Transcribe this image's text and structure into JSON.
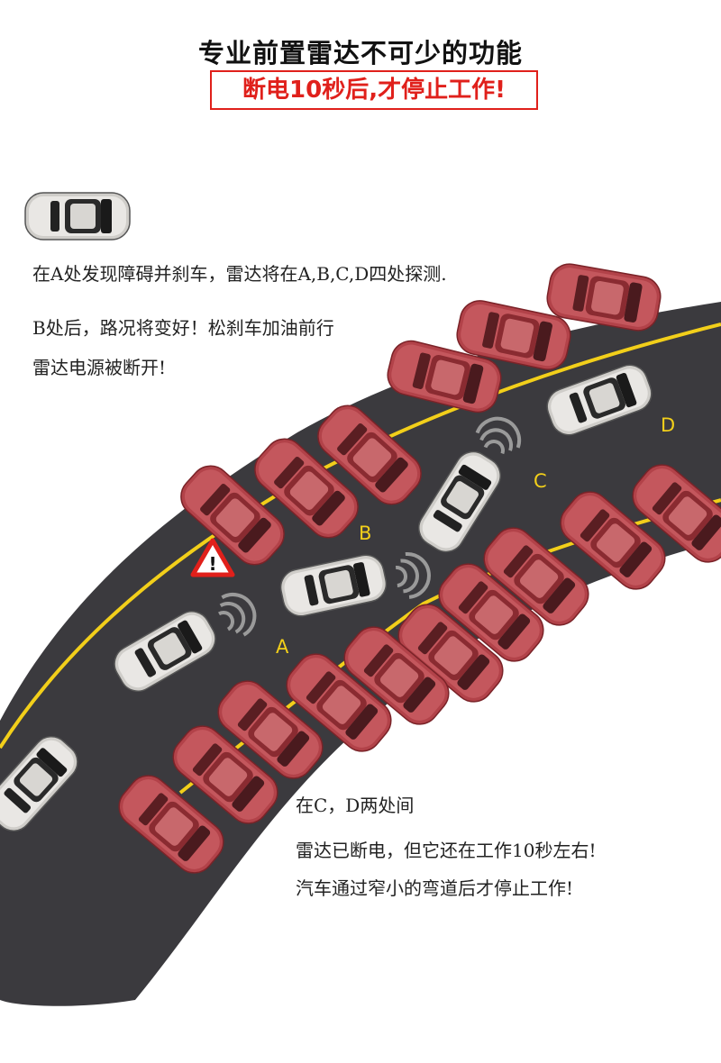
{
  "header": {
    "title": "专业前置雷达不可少的功能",
    "subtitle": "断电10秒后,才停止工作!"
  },
  "notes": {
    "line1": "在A处发现障碍并刹车，雷达将在A,B,C,D四处探测.",
    "line2": "B处后，路况将变好！松刹车加油前行",
    "line3": "雷达电源被断开!",
    "line4": "在C，D两处间",
    "line5": "雷达已断电，但它还在工作10秒左右!",
    "line6": "汽车通过窄小的弯道后才停止工作!"
  },
  "positions": {
    "a": "A",
    "b": "B",
    "c": "C",
    "d": "D"
  },
  "warning_sign": "!",
  "colors": {
    "road": "#3b3a3e",
    "lane_line": "#f2cf1a",
    "parked_car": "#b0444a",
    "moving_car": "#d8d6d2",
    "accent": "#e0201b"
  }
}
